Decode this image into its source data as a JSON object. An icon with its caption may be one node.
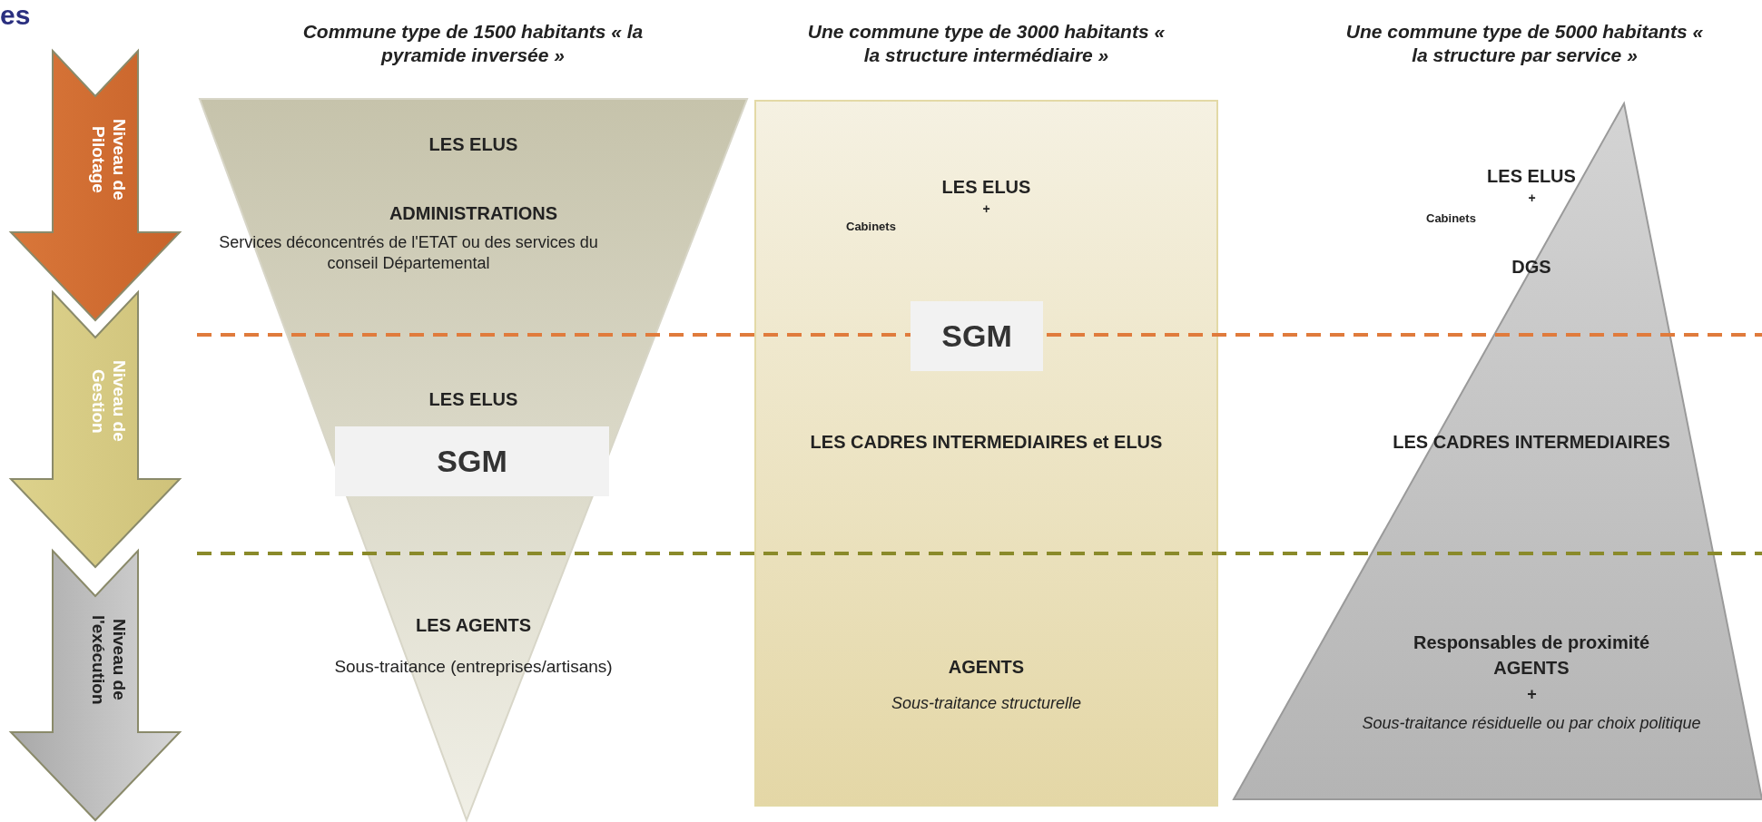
{
  "diagram": {
    "nodes": [
      {
        "text": [
          "Niveau de Pilotage"
        ]
      },
      {
        "text": [
          "Niveau de Gestion"
        ]
      },
      {
        "text": [
          "Niveau de l'exécution"
        ]
      },
      {
        "text": [
          "Commune type de 1500 habitants « la pyramide inversée »",
          "LES ELUS",
          "ADMINISTRATIONS",
          "Services déconcentrés de l'ETAT ou des services du conseil Départemental",
          "LES ELUS",
          "LES AGENTS",
          "Sous-traitance (entreprises/artisans)"
        ]
      },
      {
        "text": [
          "SGM"
        ],
        "in": 3
      },
      {
        "text": [
          "Une commune type de 3000 habitants « la structure intermédiaire »",
          "LES ELUS",
          "+",
          "Cabinets",
          "LES CADRES INTERMEDIAIRES et ELUS",
          "AGENTS",
          "Sous-traitance structurelle"
        ]
      },
      {
        "text": [
          "SGM"
        ],
        "in": 5
      },
      {
        "text": [
          "Une commune type de 5000 habitants « la structure par service »",
          "LES ELUS",
          "+",
          "Cabinets",
          "DGS",
          "LES CADRES INTERMEDIAIRES",
          "Responsables de proximité",
          "AGENTS",
          "+",
          "Sous-traitance résiduelle ou par choix politique"
        ]
      }
    ],
    "edges": [],
    "labels": [
      "es"
    ]
  }
}
